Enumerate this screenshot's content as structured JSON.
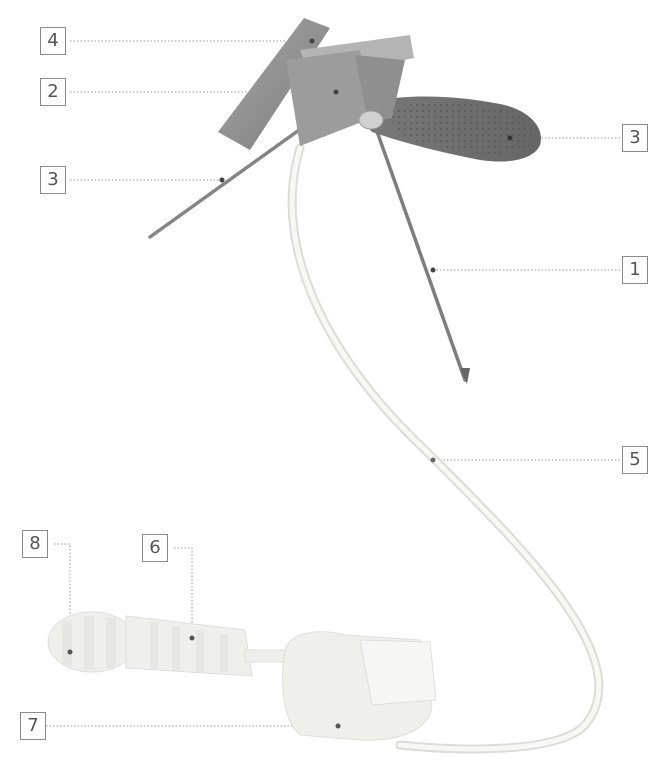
{
  "callouts": [
    {
      "id": "c4a",
      "label": "4"
    },
    {
      "id": "c2",
      "label": "2"
    },
    {
      "id": "c3l",
      "label": "3"
    },
    {
      "id": "c3r",
      "label": "3"
    },
    {
      "id": "c1",
      "label": "1"
    },
    {
      "id": "c5",
      "label": "5"
    },
    {
      "id": "c8",
      "label": "8"
    },
    {
      "id": "c6",
      "label": "6"
    },
    {
      "id": "c7",
      "label": "7"
    }
  ],
  "colors": {
    "label_text": "#555555",
    "label_border": "#8a8a8a",
    "leader_line": "#9a9a9a",
    "handle_gray": "#8e8e8e",
    "handle_dark": "#6f6f6f",
    "needle": "#7a7a7a",
    "tube": "#f1f1ee",
    "hub_plastic": "#ececec"
  }
}
